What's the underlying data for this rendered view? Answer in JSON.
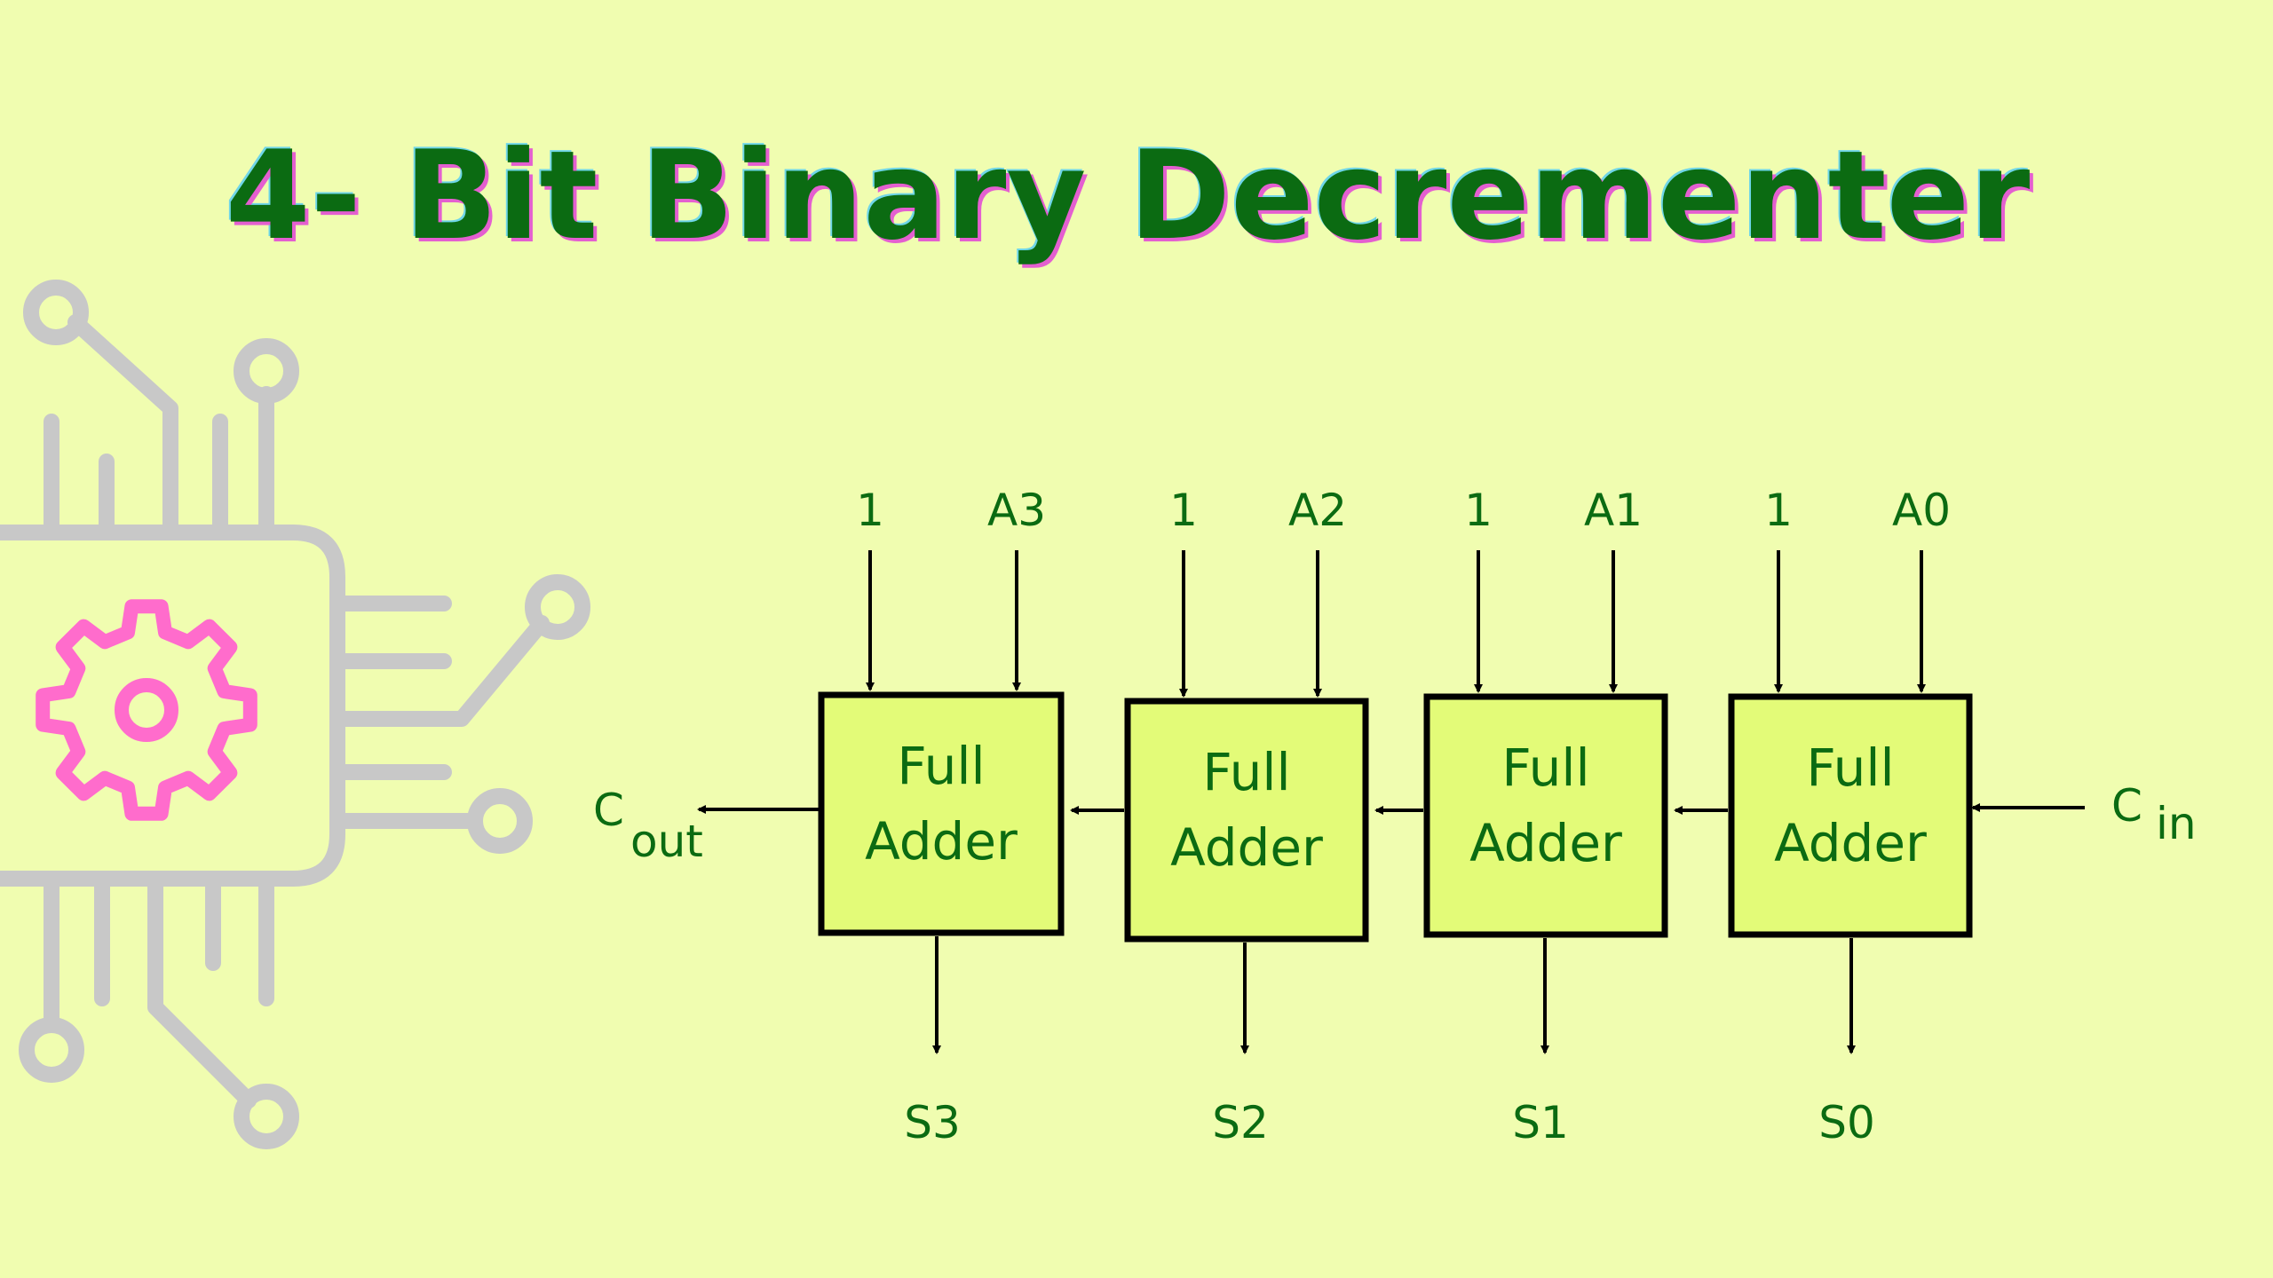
{
  "title": "4- Bit Binary Decrementer",
  "colors": {
    "background": "#f0fdb0",
    "title": "#0b6b12",
    "box_fill": "#e3fb78",
    "wire": "#000000",
    "chip_outline": "#c8c8c8",
    "gear": "#ff6ccc"
  },
  "decorative_icon": "chip-with-gear-icon",
  "adders": [
    {
      "label_line1": "Full",
      "label_line2": "Adder",
      "input_b": "1",
      "input_a": "A3",
      "output": "S3"
    },
    {
      "label_line1": "Full",
      "label_line2": "Adder",
      "input_b": "1",
      "input_a": "A2",
      "output": "S2"
    },
    {
      "label_line1": "Full",
      "label_line2": "Adder",
      "input_b": "1",
      "input_a": "A1",
      "output": "S1"
    },
    {
      "label_line1": "Full",
      "label_line2": "Adder",
      "input_b": "1",
      "input_a": "A0",
      "output": "S0"
    }
  ],
  "carry_out": {
    "main": "C",
    "sub": "out"
  },
  "carry_in": {
    "main": "C",
    "sub": "in"
  }
}
